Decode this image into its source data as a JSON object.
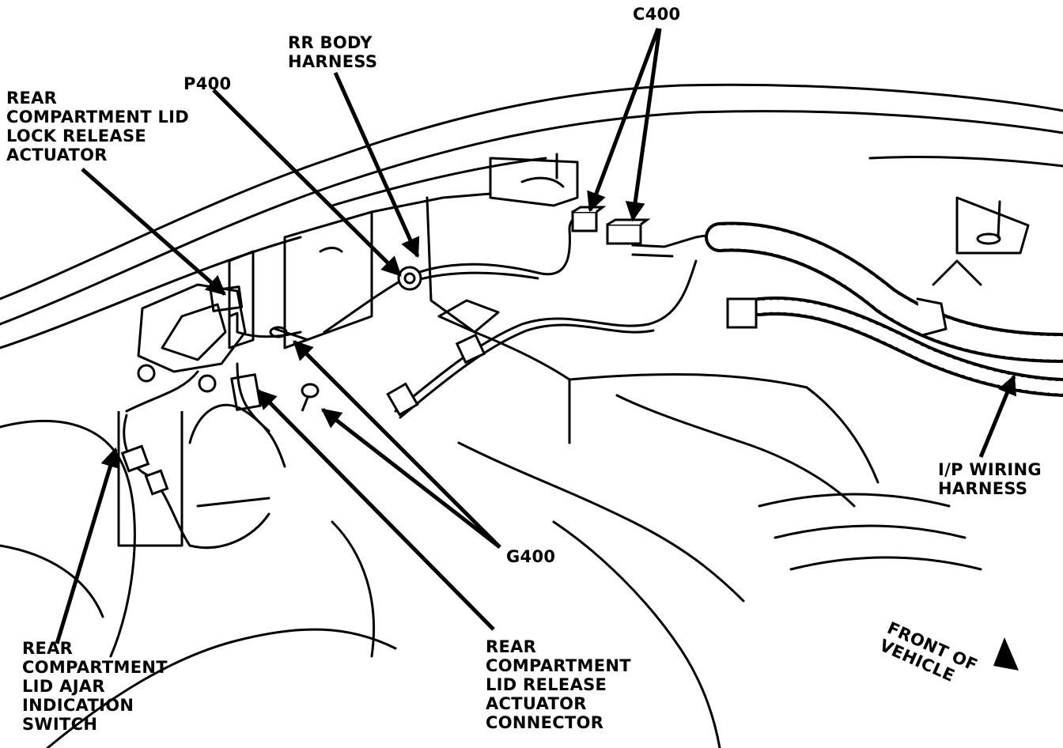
{
  "labels": {
    "rr_body_harness": [
      "RR BODY",
      "HARNESS"
    ],
    "c400": "C400",
    "p400": "P400",
    "lock_release_actuator": [
      "REAR",
      "COMPARTMENT LID",
      "LOCK RELEASE",
      "ACTUATOR"
    ],
    "ip_wiring_harness": [
      "I/P WIRING",
      "HARNESS"
    ],
    "g400": "G400",
    "lid_ajar_switch": [
      "REAR",
      "COMPARTMENT",
      "LID AJAR",
      "INDICATION",
      "SWITCH"
    ],
    "release_actuator_connector": [
      "REAR",
      "COMPARTMENT",
      "LID RELEASE",
      "ACTUATOR",
      "CONNECTOR"
    ],
    "front_of_vehicle": [
      "FRONT OF",
      "VEHICLE"
    ]
  },
  "colors": {
    "ink": "#000000",
    "paper": "#ffffff"
  }
}
